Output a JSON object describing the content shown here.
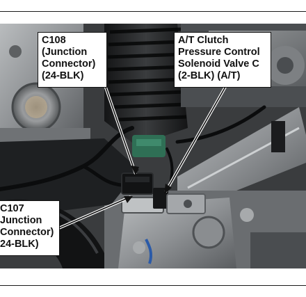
{
  "callouts": {
    "c108": "C108\n(Junction\nConnector)\n(24-BLK)",
    "solenoid": "A/T Clutch\nPressure Control\nSolenoid Valve C\n(2-BLK) (A/T)",
    "c107": "C107\nJunction\nConnector)\n24-BLK)"
  },
  "colors": {
    "rule": "#1a1a1a",
    "callout_border": "#111111",
    "callout_background": "#ffffff",
    "engine_metal": "#8e9194",
    "shadow": "#1e2022",
    "connector_green": "#2f6f55"
  }
}
